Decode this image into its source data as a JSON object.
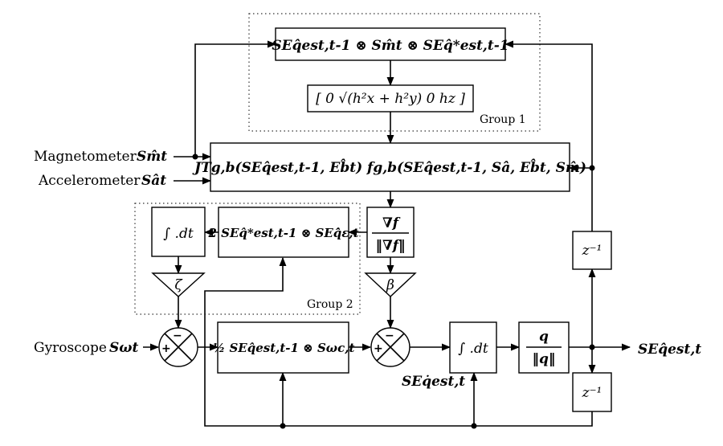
{
  "inputs": {
    "magnetometer": "Magnetometer",
    "magnetometer_sym": "Sm̂t",
    "accelerometer": "Accelerometer",
    "accelerometer_sym": "Sât",
    "gyroscope": "Gyroscope",
    "gyroscope_sym": "Sωt"
  },
  "groups": {
    "group1": "Group 1",
    "group2": "Group 2"
  },
  "blocks": {
    "rotate": "SEq̂est,t-1 ⊗ Sm̂t ⊗ SEq̂*est,t-1",
    "reference": "[ 0  √(h²x + h²y)  0  hz ]",
    "jacobian": "JTg,b(SEq̂est,t-1, Eb̂t) fg,b(SEq̂est,t-1, Sâ, Eb̂t, Sm̂)",
    "gradient_num": "∇f",
    "gradient_den": "‖∇f‖",
    "bias_calc": "2 SEq̂*est,t-1 ⊗ SEq̂̇ε,t",
    "integrate_bias": "∫ .dt",
    "zeta": "ζ",
    "beta": "β",
    "gyro_rate": "½ SEq̂est,t-1 ⊗ Sωc,t",
    "integrate": "∫ .dt",
    "normalize_num": "q",
    "normalize_den": "‖q‖",
    "delay_top": "z⁻¹",
    "delay_bottom": "z⁻¹"
  },
  "signals": {
    "qdot_est": "SEq̇est,t",
    "output": "SEq̂est,t"
  },
  "junctions": {
    "plus": "+",
    "minus": "−"
  }
}
